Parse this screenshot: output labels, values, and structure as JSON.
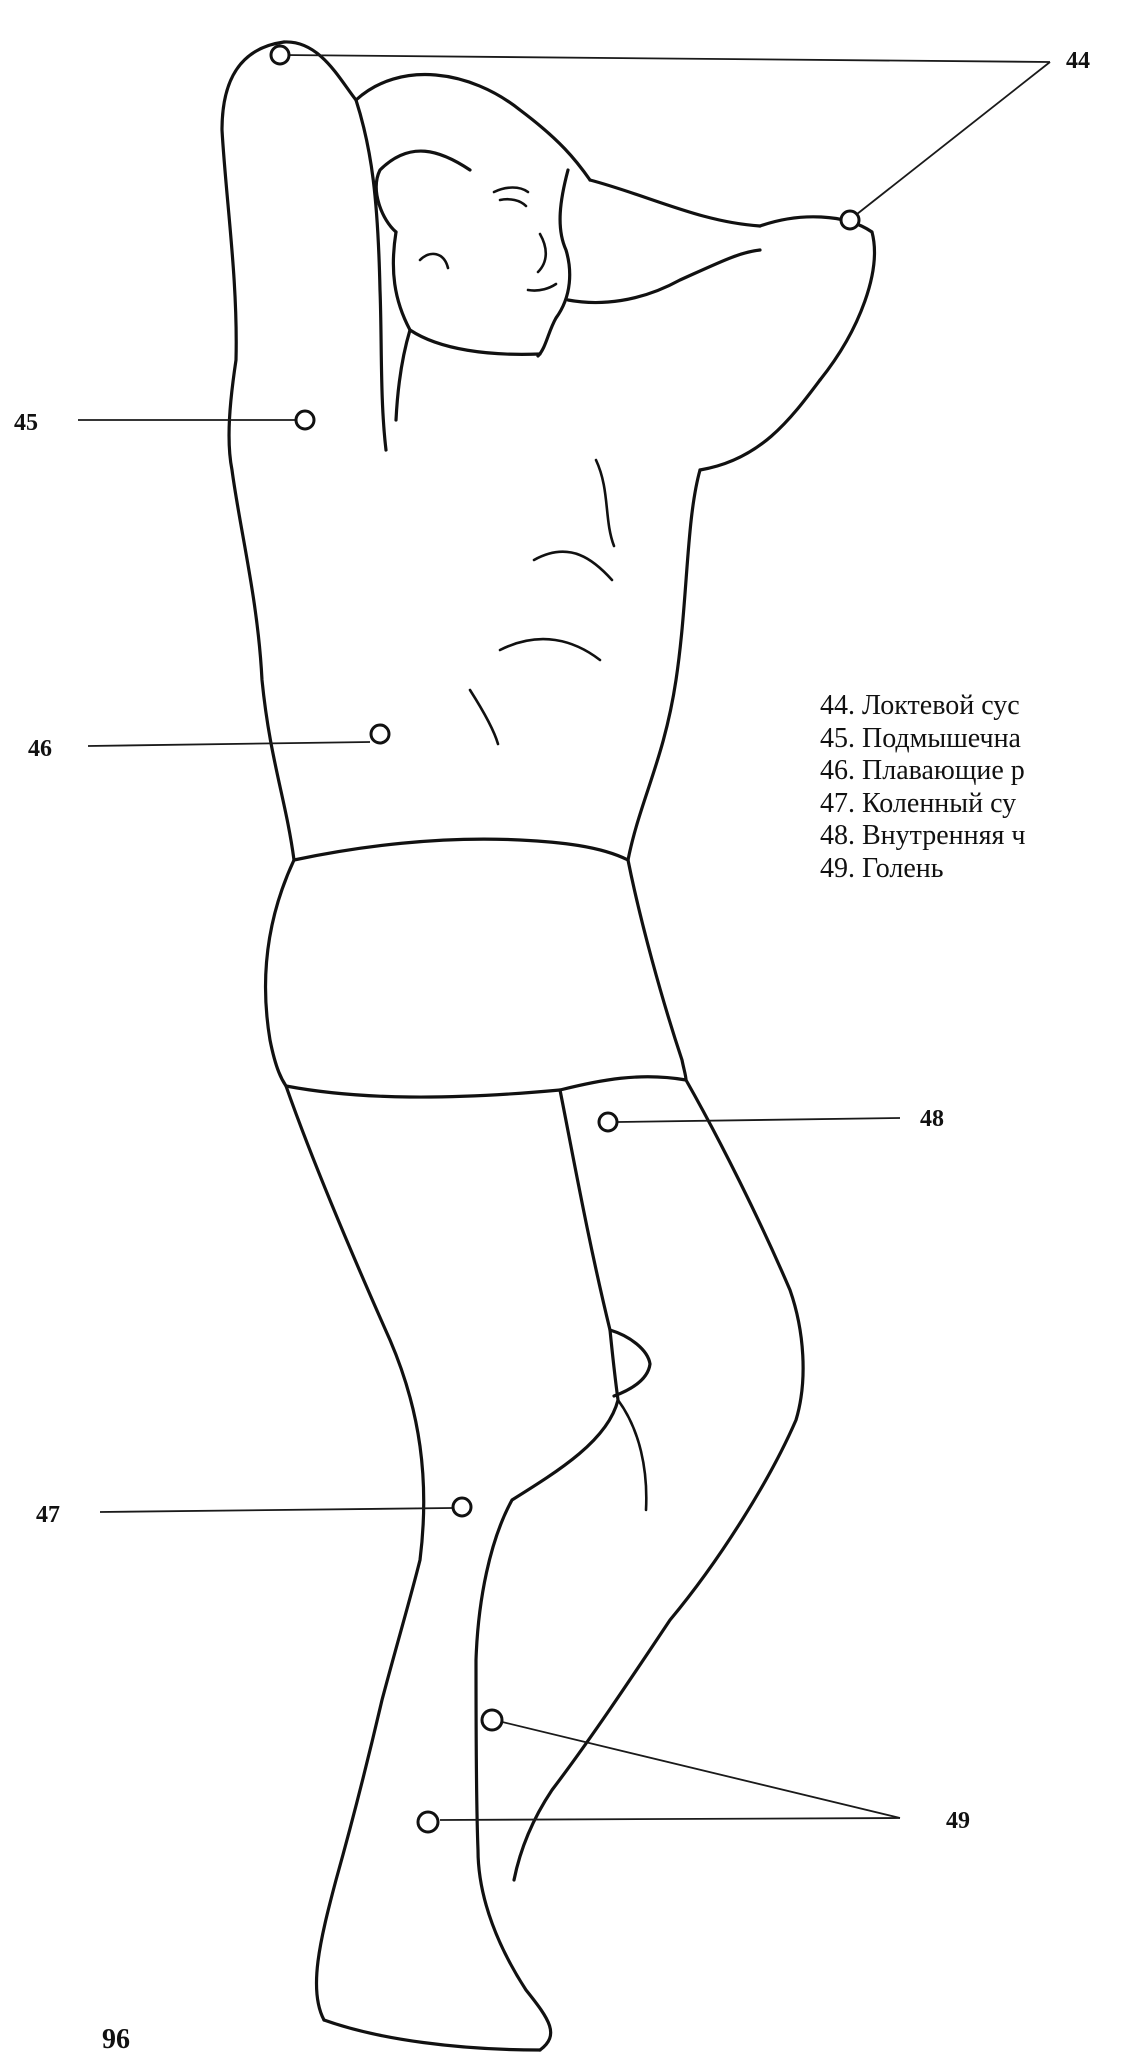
{
  "callouts": {
    "c44": "44",
    "c45": "45",
    "c46": "46",
    "c47": "47",
    "c48": "48",
    "c49": "49"
  },
  "legend": [
    "44. Локтевой сус",
    "45. Подмышечна",
    "46. Плавающие р",
    "47. Коленный су",
    "48. Внутренняя ч",
    "49. Голень"
  ],
  "page_number": "96"
}
